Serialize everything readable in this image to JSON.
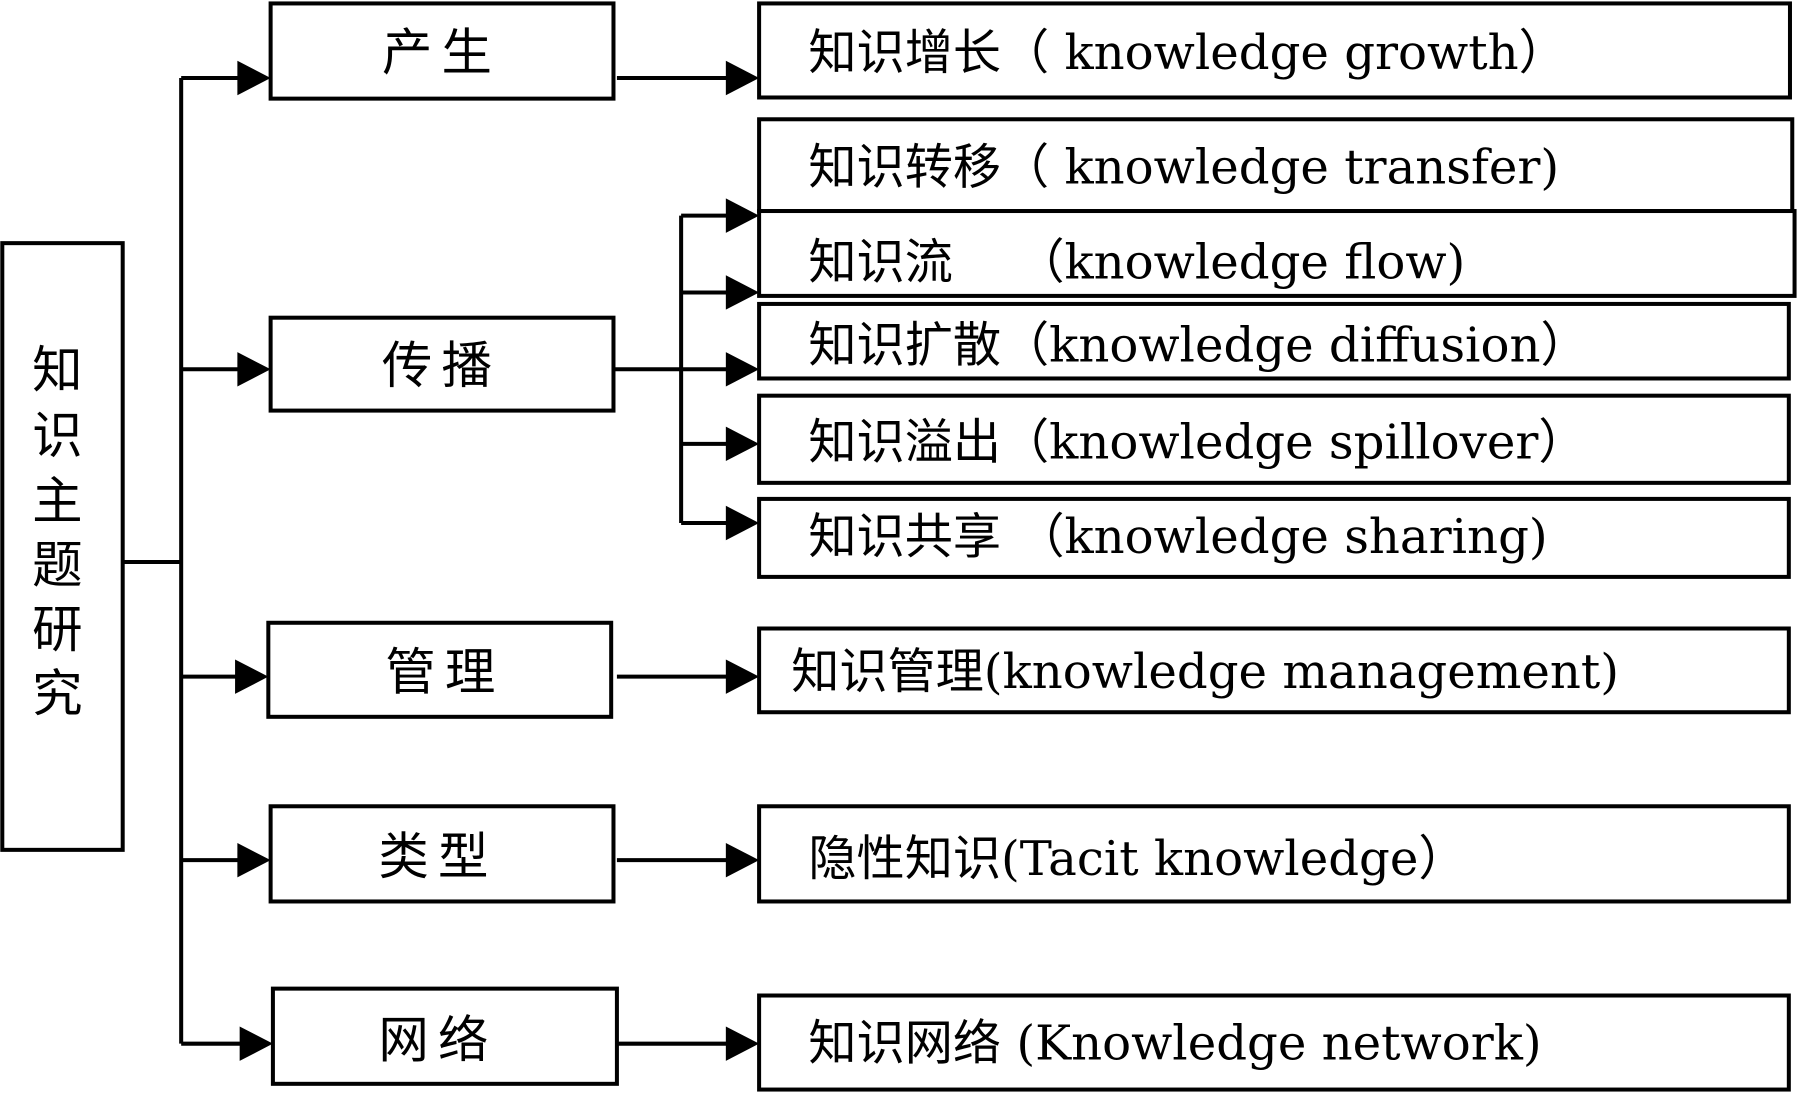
{
  "root": {
    "chars": [
      "知",
      "识",
      "主",
      "题",
      "研",
      "究"
    ]
  },
  "categories": [
    {
      "label": "产生",
      "items": [
        "知识增长（ knowledge growth）"
      ]
    },
    {
      "label": "传播",
      "items": [
        "知识转移（ knowledge transfer)",
        "知识流　 （knowledge flow)",
        "知识扩散（knowledge diffusion）",
        "知识溢出（knowledge spillover）",
        "知识共享 （knowledge sharing)"
      ]
    },
    {
      "label": "管理",
      "items": [
        "知识管理(knowledge  management)"
      ]
    },
    {
      "label": "类型",
      "items": [
        "隐性知识(Tacit knowledge）"
      ]
    },
    {
      "label": "网络",
      "items": [
        "知识网络 (Knowledge network)"
      ]
    }
  ]
}
